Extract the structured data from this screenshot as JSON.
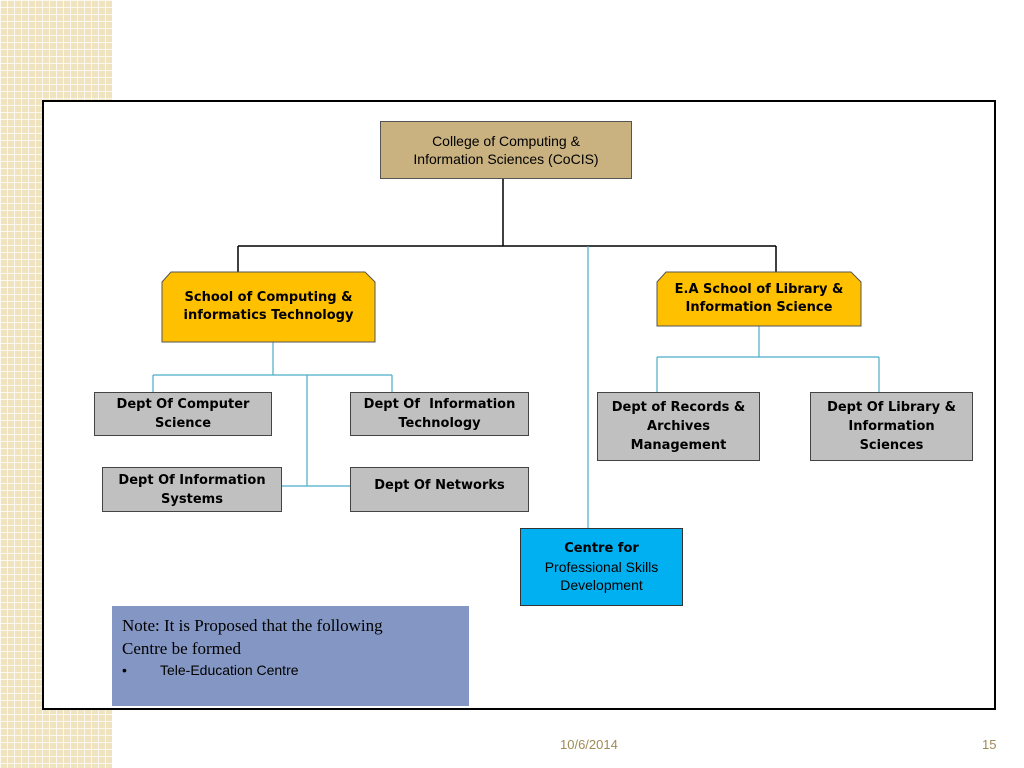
{
  "org_chart": {
    "top": {
      "line1": "College of Computing &",
      "line2": "Information Sciences (CoCIS)"
    },
    "school_computing": {
      "line1": "School of Computing &",
      "line2": "informatics Technology"
    },
    "school_library": {
      "line1": "E.A School of Library &",
      "line2": "Information Science"
    },
    "dept_cs": {
      "line1": "Dept Of Computer",
      "line2": "Science"
    },
    "dept_it": {
      "line1": "Dept Of  Information",
      "line2": "Technology"
    },
    "dept_is": {
      "line1": "Dept Of Information",
      "line2": "Systems"
    },
    "dept_networks": {
      "line1": "Dept Of Networks"
    },
    "dept_records": {
      "line1": "Dept of Records &",
      "line2": "Archives",
      "line3": "Management"
    },
    "dept_library": {
      "line1": "Dept Of Library &",
      "line2": "Information",
      "line3": "Sciences"
    },
    "centre": {
      "line1": "Centre for",
      "line2": "Professional Skills",
      "line3": "Development"
    }
  },
  "note": {
    "line1": "Note: It is Proposed that the following",
    "line2": "Centre be formed",
    "bullet_symbol": "•",
    "bullet": "Tele-Education Centre"
  },
  "footer": {
    "date": "10/6/2014",
    "page": "15"
  },
  "colors": {
    "top_box": "#c9b27f",
    "school": "#ffc000",
    "dept": "#c0c0c0",
    "centre": "#00b0f0",
    "note": "#8497c4"
  }
}
